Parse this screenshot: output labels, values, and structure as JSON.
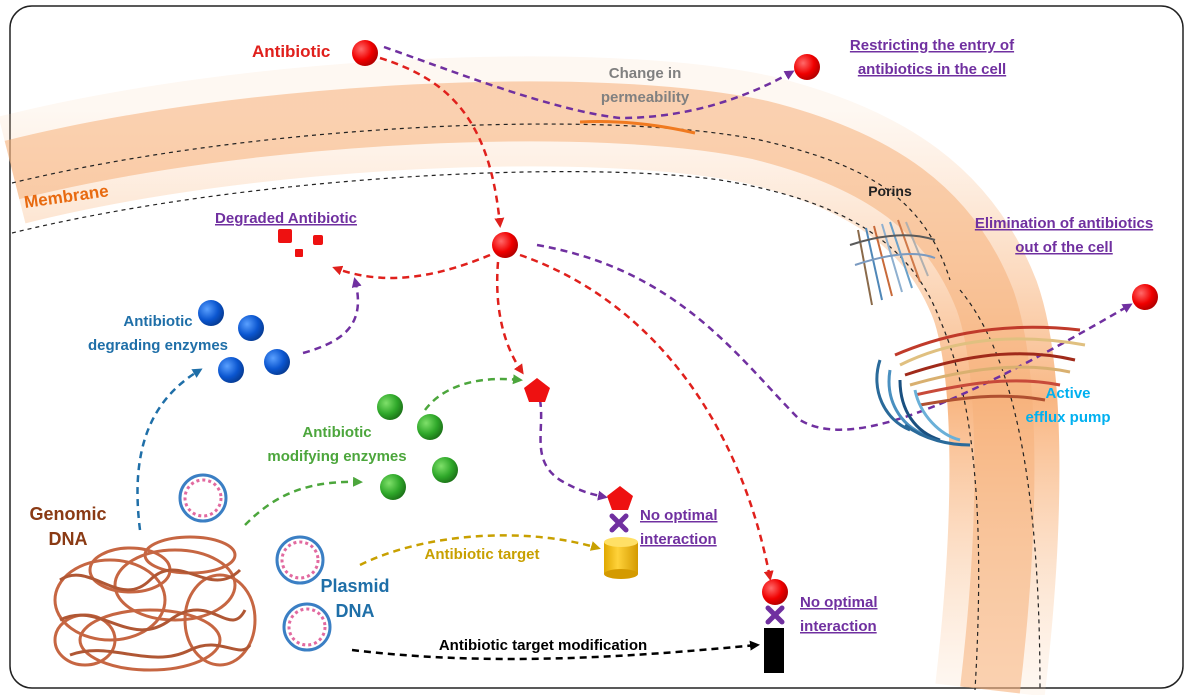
{
  "labels": {
    "antibiotic": "Antibiotic",
    "change_in_permeability": [
      "Change in",
      "permeability"
    ],
    "restricting_entry": [
      "Restricting the entry of",
      "antibiotics in the cell"
    ],
    "membrane": "Membrane",
    "degraded_antibiotic": "Degraded Antibiotic",
    "porins": "Porins",
    "elimination": [
      "Elimination of antibiotics",
      "out of the cell"
    ],
    "degrading_enzymes": [
      "Antibiotic",
      "degrading enzymes"
    ],
    "modifying_enzymes": [
      "Antibiotic",
      "modifying enzymes"
    ],
    "active_efflux_pump": [
      "Active",
      "efflux pump"
    ],
    "genomic_dna": [
      "Genomic",
      "DNA"
    ],
    "plasmid_dna": [
      "Plasmid",
      "DNA"
    ],
    "antibiotic_target": "Antibiotic target",
    "no_optimal_interaction_1": [
      "No optimal",
      "interaction"
    ],
    "no_optimal_interaction_2": [
      "No optimal",
      "interaction"
    ],
    "antibiotic_target_modification": "Antibiotic target modification"
  },
  "colors": {
    "antibiotic": "#ff0000",
    "pathway_red": "#e0201c",
    "pathway_purple": "#7030a0",
    "degrading": "#1f6fa8",
    "modifying": "#4ca63c",
    "target_arrow": "#c8a000",
    "membrane": "#f7a96a",
    "efflux": "#00b0f0",
    "dna": "#c0562e",
    "gray_text": "#808080"
  }
}
